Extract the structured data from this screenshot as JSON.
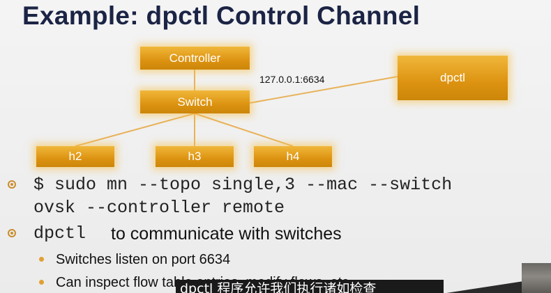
{
  "slide": {
    "title": "Example: dpctl Control Channel"
  },
  "diagram": {
    "nodes": {
      "controller": "Controller",
      "switch": "Switch",
      "dpctl": "dpctl",
      "h2": "h2",
      "h3": "h3",
      "h4": "h4"
    },
    "link_label": "127.0.0.1:6634",
    "colors": {
      "box": "#dd9311",
      "glow": "#f5be46",
      "line": "#e8b25a"
    }
  },
  "bullets": [
    {
      "line1": "$ sudo mn --topo single,3 --mac --switch",
      "line2": "ovsk --controller remote"
    },
    {
      "code": "dpctl",
      "text": "to communicate with switches",
      "subitems": [
        "Switches listen on port 6634",
        "Can inspect flow table entries, modify flows, etc."
      ]
    }
  ],
  "subtitle": "dpctl 程序允许我们执行诸如检查",
  "colors": {
    "title": "#1b2445",
    "bullet": "#c98d2c",
    "subbullet": "#e0a033",
    "subtitle_bg": "#1a1a1a"
  }
}
